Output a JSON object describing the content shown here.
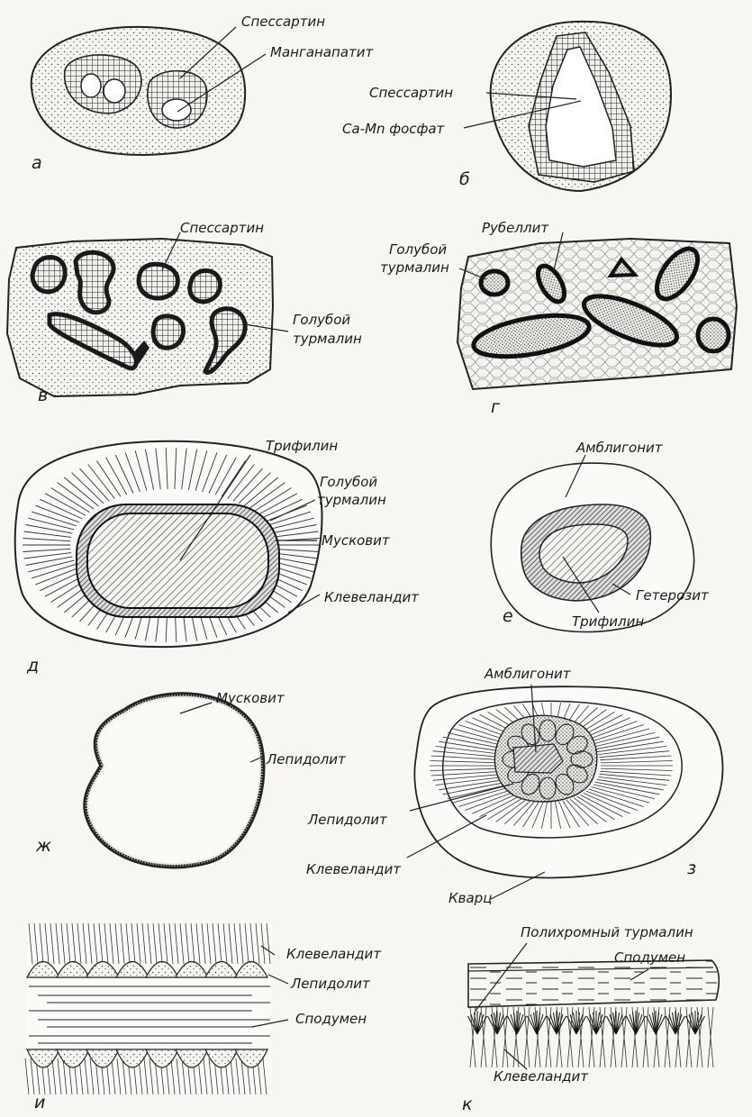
{
  "panels": {
    "a": {
      "letter": "а",
      "labels": {
        "spessartine": "Спессартин",
        "manganapatite": "Манганапатит"
      }
    },
    "b": {
      "letter": "б",
      "labels": {
        "spessartine": "Спессартин",
        "ca_mn_phosphate": "Ca-Mn фосфат"
      }
    },
    "v": {
      "letter": "в",
      "labels": {
        "spessartine": "Спессартин",
        "blue_tourmaline_1": "Голубой",
        "blue_tourmaline_2": "турмалин"
      }
    },
    "g": {
      "letter": "г",
      "labels": {
        "rubellite": "Рубеллит",
        "blue_tourmaline_1": "Голубой",
        "blue_tourmaline_2": "турмалин"
      }
    },
    "d": {
      "letter": "д",
      "labels": {
        "triphylite": "Трифилин",
        "blue_tourmaline_1": "Голубой",
        "blue_tourmaline_2": "турмалин",
        "muscovite": "Мусковит",
        "cleavelandite": "Клевеландит"
      }
    },
    "e": {
      "letter": "е",
      "labels": {
        "amblygonite": "Амблигонит",
        "heterosite": "Гетерозит",
        "triphylite": "Трифилин"
      }
    },
    "zh": {
      "letter": "ж",
      "labels": {
        "muscovite": "Мусковит",
        "lepidolite": "Лепидолит"
      }
    },
    "z": {
      "letter": "з",
      "labels": {
        "amblygonite": "Амблигонит",
        "lepidolite": "Лепидолит",
        "cleavelandite": "Клевеландит",
        "quartz": "Кварц"
      }
    },
    "i": {
      "letter": "и",
      "labels": {
        "cleavelandite": "Клевеландит",
        "lepidolite": "Лепидолит",
        "spodumene": "Сподумен"
      }
    },
    "k": {
      "letter": "к",
      "labels": {
        "polychrome_tourmaline": "Полихромный турмалин",
        "spodumene": "Сподумен",
        "cleavelandite": "Клевеландит"
      }
    }
  }
}
